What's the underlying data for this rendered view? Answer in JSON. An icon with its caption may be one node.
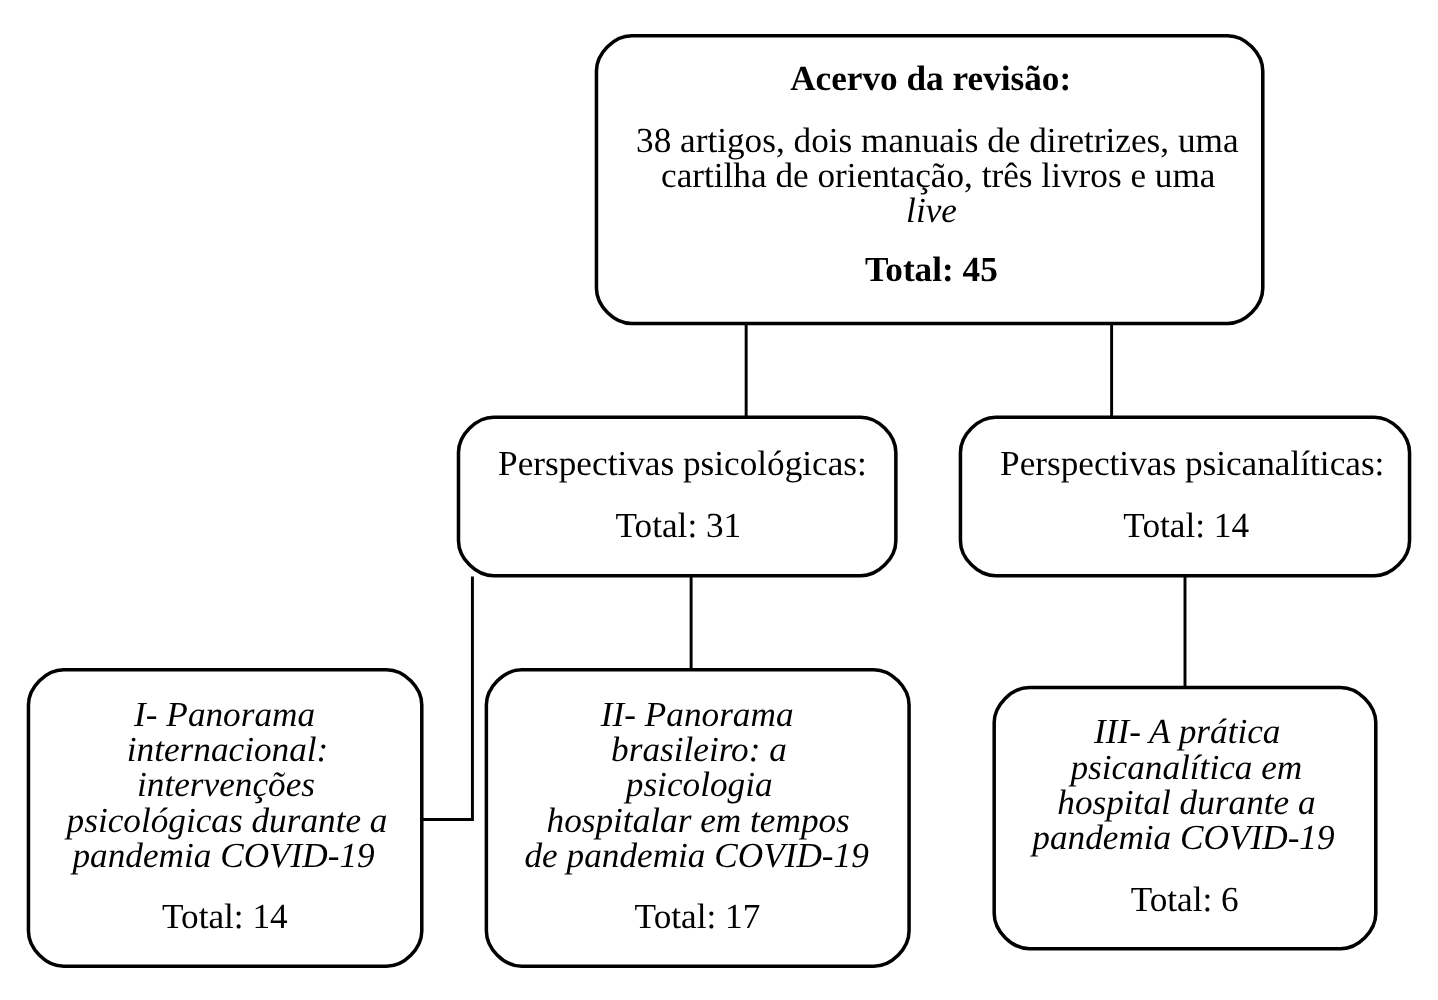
{
  "diagram": {
    "nodes": [
      {
        "text": [
          "Acervo da revisão:",
          "38 artigos, dois manuais de diretrizes, uma cartilha de orientação, três livros e uma *live*",
          "Total: 45"
        ]
      },
      {
        "text": [
          "Perspectivas psicológicas:",
          "Total: 31"
        ]
      },
      {
        "text": [
          "Perspectivas psicanalíticas:",
          "Total: 14"
        ]
      },
      {
        "text": [
          "I- Panorama internacional: intervenções psicológicas durante a pandemia COVID-19",
          "Total: 14"
        ]
      },
      {
        "text": [
          "II- Panorama brasileiro: a psicologia hospitalar em tempos de pandemia COVID-19",
          "Total: 17"
        ]
      },
      {
        "text": [
          "III- A prática psicanalítica em hospital durante a pandemia COVID-19",
          "Total: 6"
        ]
      }
    ],
    "edges": [
      {
        "from": 0,
        "to": 1,
        "arrow": "none"
      },
      {
        "from": 0,
        "to": 2,
        "arrow": "none"
      },
      {
        "from": 1,
        "to": 3,
        "arrow": "none"
      },
      {
        "from": 1,
        "to": 4,
        "arrow": "none"
      },
      {
        "from": 2,
        "to": 5,
        "arrow": "none"
      }
    ]
  }
}
